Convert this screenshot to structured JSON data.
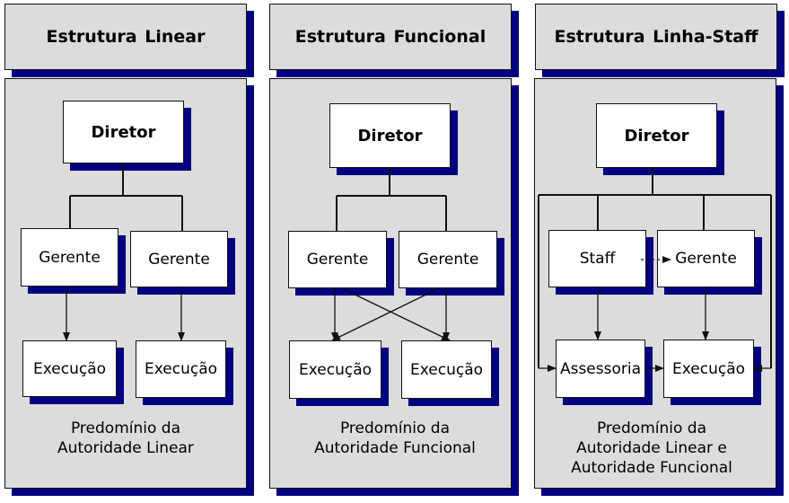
{
  "columns": [
    {
      "title": "Estrutura Linear",
      "top": "Diretor",
      "mid_left": "Gerente",
      "mid_right": "Gerente",
      "bottom_left": "Execução",
      "bottom_right": "Execução",
      "caption_line1": "Predomínio da",
      "caption_line2": "Autoridade Linear"
    },
    {
      "title": "Estrutura Funcional",
      "top": "Diretor",
      "mid_left": "Gerente",
      "mid_right": "Gerente",
      "bottom_left": "Execução",
      "bottom_right": "Execução",
      "caption_line1": "Predomínio da",
      "caption_line2": "Autoridade Funcional"
    },
    {
      "title": "Estrutura Linha-Staff",
      "top": "Diretor",
      "mid_left": "Staff",
      "mid_right": "Gerente",
      "bottom_left": "Assessoria",
      "bottom_right": "Execução",
      "caption_line1": "Predomínio da",
      "caption_line2": "Autoridade Linear e",
      "caption_line3": "Autoridade Funcional"
    }
  ],
  "colors": {
    "panel": "#dcdcdc",
    "shadow": "#000080",
    "box": "#ffffff",
    "line": "#111111"
  }
}
